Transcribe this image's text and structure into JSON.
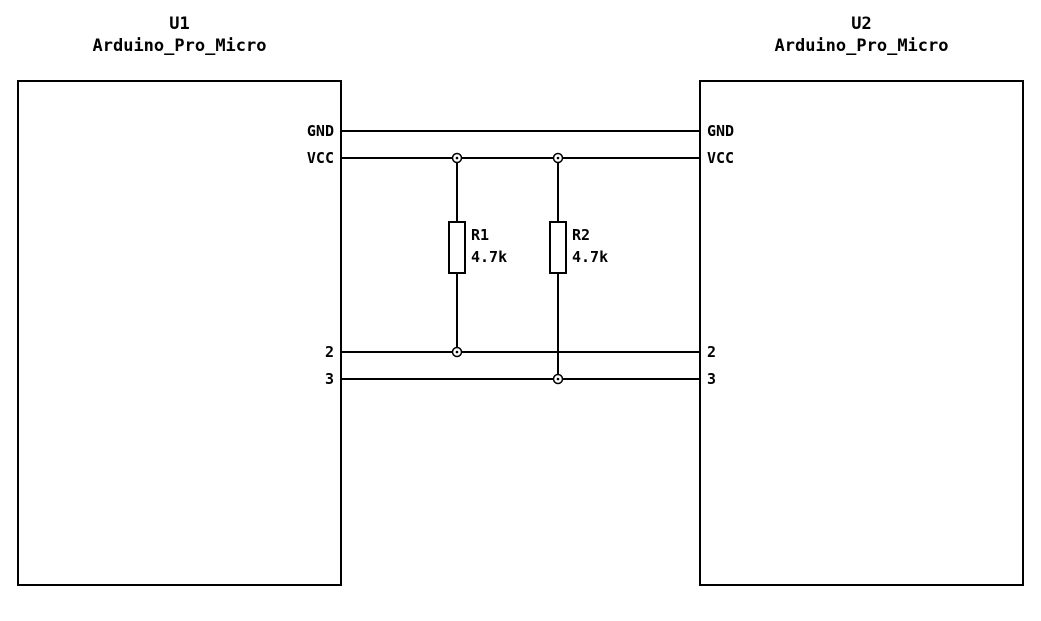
{
  "u1": {
    "ref": "U1",
    "value": "Arduino_Pro_Micro",
    "pins": {
      "gnd": "GND",
      "vcc": "VCC",
      "p2": "2",
      "p3": "3"
    }
  },
  "u2": {
    "ref": "U2",
    "value": "Arduino_Pro_Micro",
    "pins": {
      "gnd": "GND",
      "vcc": "VCC",
      "p2": "2",
      "p3": "3"
    }
  },
  "r1": {
    "ref": "R1",
    "value": "4.7k"
  },
  "r2": {
    "ref": "R2",
    "value": "4.7k"
  },
  "colors": {
    "line": "#000000",
    "background": "#ffffff"
  }
}
